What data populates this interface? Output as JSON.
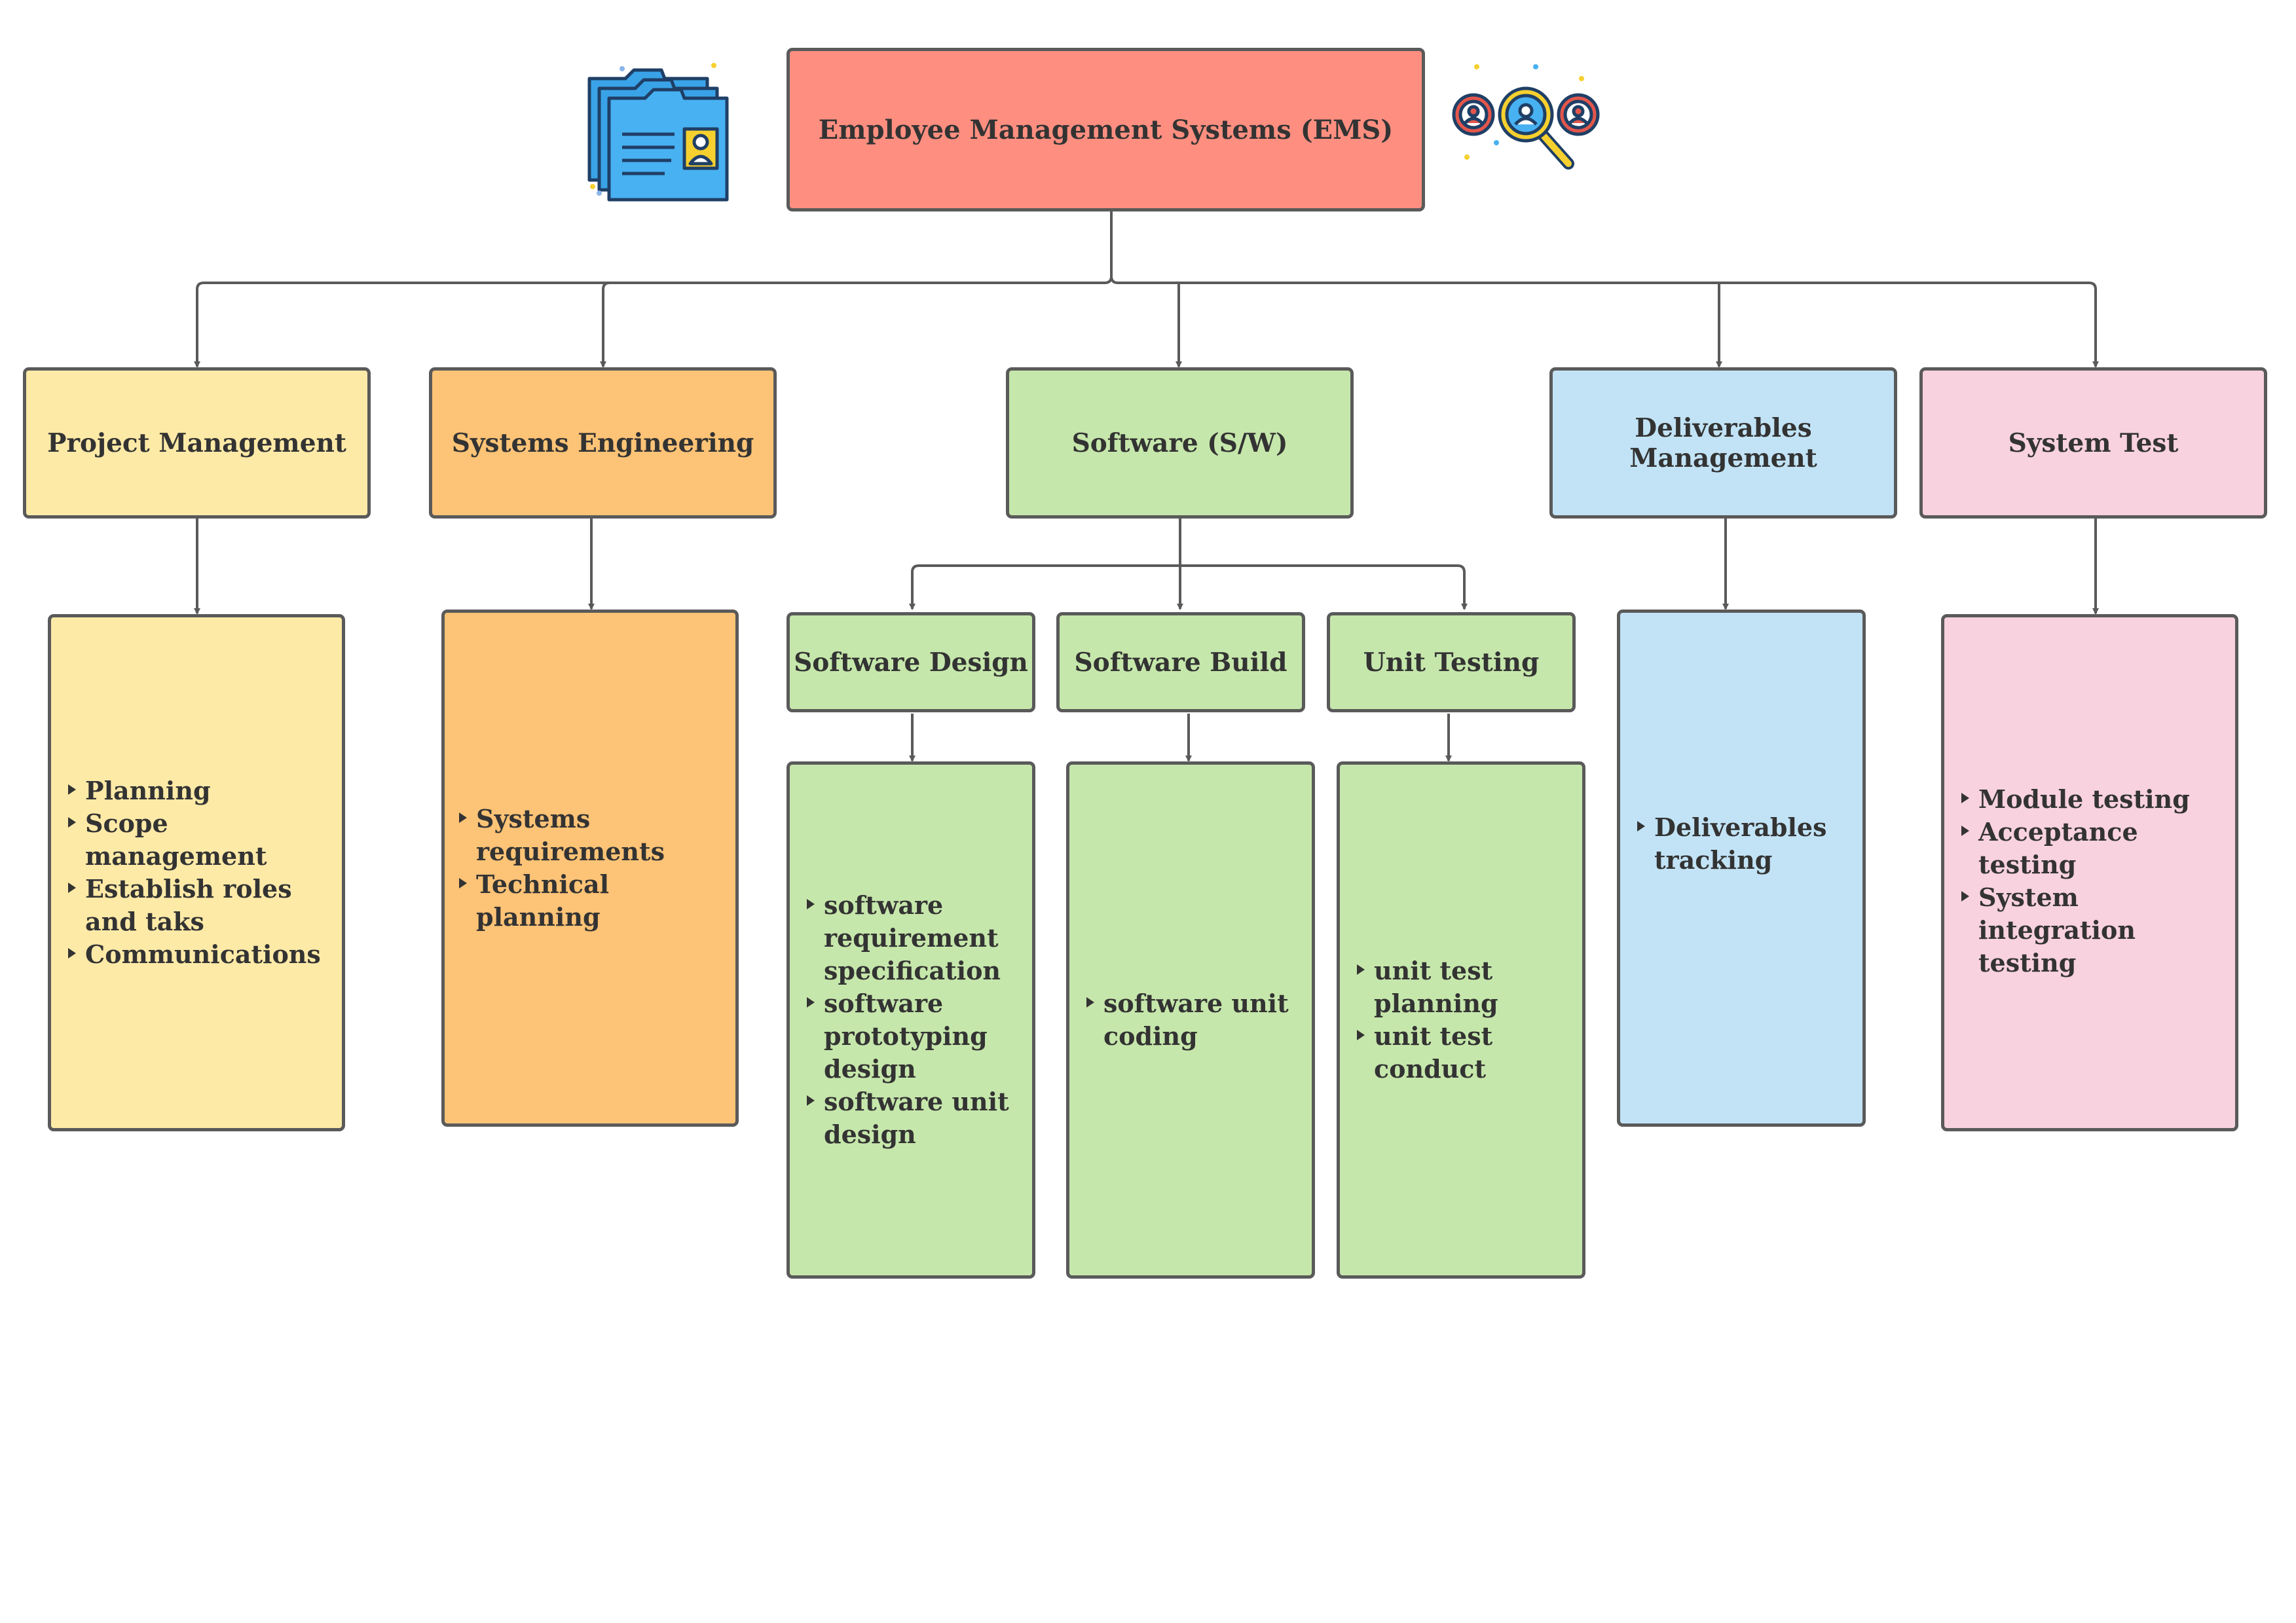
{
  "root": {
    "title": "Employee Management Systems (EMS)"
  },
  "icons": {
    "left": "contact-folders-icon",
    "right": "people-search-icon"
  },
  "colors": {
    "root": "#fe8f80",
    "project_management": "#feeaa7",
    "systems_engineering": "#fdc376",
    "software": "#c6e7ab",
    "deliverables": "#c2e3f6",
    "system_test": "#f8d2de",
    "border": "#5a5a5a"
  },
  "categories": {
    "project_management": {
      "label": "Project Management",
      "items": [
        "Planning",
        "Scope management",
        "Establish roles and taks",
        "Communications"
      ]
    },
    "systems_engineering": {
      "label": "Systems Engineering",
      "items": [
        "Systems requirements",
        "Technical planning"
      ]
    },
    "software": {
      "label": "Software (S/W)"
    },
    "deliverables_management": {
      "label": "Deliverables Management",
      "items": [
        "Deliverables tracking"
      ]
    },
    "system_test": {
      "label": "System Test",
      "items": [
        "Module testing",
        "Acceptance testing",
        "System integration testing"
      ]
    }
  },
  "software_children": {
    "design": {
      "label": "Software Design",
      "items": [
        "software requirement specification",
        "software prototyping design",
        "software unit design"
      ]
    },
    "build": {
      "label": "Software Build",
      "items": [
        "software unit coding"
      ]
    },
    "unit_testing": {
      "label": "Unit Testing",
      "items": [
        "unit test planning",
        "unit test conduct"
      ]
    }
  }
}
